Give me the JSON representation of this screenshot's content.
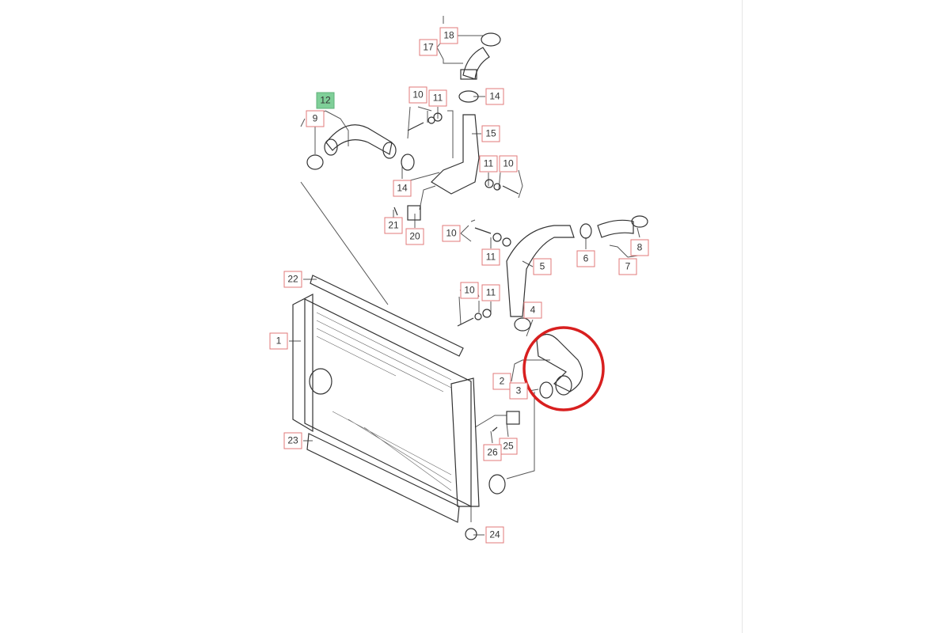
{
  "diagram": {
    "highlight_color": "#d81f1f",
    "label_border_color": "#e07a7a",
    "selected_label_color": "#7fcf98",
    "highlighted_part": "2",
    "labels": [
      "18",
      "17",
      "12",
      "9",
      "10",
      "11",
      "14",
      "15",
      "11",
      "10",
      "14",
      "21",
      "20",
      "10",
      "11",
      "6",
      "8",
      "7",
      "5",
      "22",
      "10",
      "11",
      "4",
      "1",
      "2",
      "3",
      "25",
      "26",
      "23",
      "24"
    ]
  }
}
